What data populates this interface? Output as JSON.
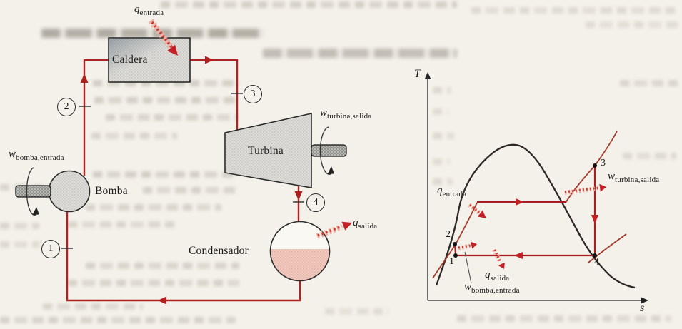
{
  "schematic": {
    "boiler_label": "Caldera",
    "turbine_label": "Turbina",
    "condenser_label": "Condensador",
    "pump_label": "Bomba",
    "q_in": {
      "base": "q",
      "sub": "entrada"
    },
    "q_out": {
      "base": "q",
      "sub": "salida"
    },
    "w_turbine": {
      "base": "w",
      "sub": "turbina,salida"
    },
    "w_pump": {
      "base": "w",
      "sub": "bomba,entrada"
    },
    "states": {
      "s1": "1",
      "s2": "2",
      "s3": "3",
      "s4": "4"
    }
  },
  "ts_diagram": {
    "y_axis_label": "T",
    "x_axis_label": "s",
    "q_in": {
      "base": "q",
      "sub": "entrada"
    },
    "q_out": {
      "base": "q",
      "sub": "salida"
    },
    "w_turbine": {
      "base": "w",
      "sub": "turbina,salida"
    },
    "w_pump": {
      "base": "w",
      "sub": "bomba,entrada"
    },
    "states": {
      "s1": "1",
      "s2": "2",
      "s3": "3",
      "s4": "4"
    }
  },
  "colors": {
    "pipe_red": "#b02220",
    "cycle_red": "#a81e20",
    "isobar_brown": "#a33a2c",
    "dome_black": "#2e2627",
    "arrow_accent": "#c42026",
    "paper": "#f4f1ea"
  }
}
